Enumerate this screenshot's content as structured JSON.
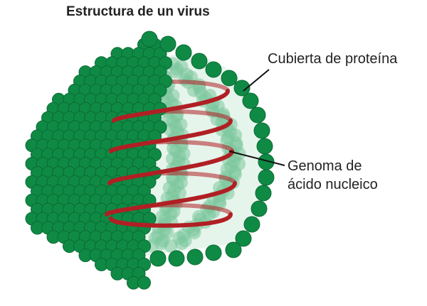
{
  "title": "Estructura de un virus",
  "labels": {
    "protein_coat": "Cubierta de proteína",
    "genome_line1": "Genoma de",
    "genome_line2": "ácido nucleico"
  },
  "colors": {
    "capsomere": "#0f8a45",
    "capsomere_edge": "#0b6b34",
    "capsomere_light": "#7cc79c",
    "interior": "#e6f5ec",
    "genome": "#b01f24",
    "leader": "#111111"
  }
}
